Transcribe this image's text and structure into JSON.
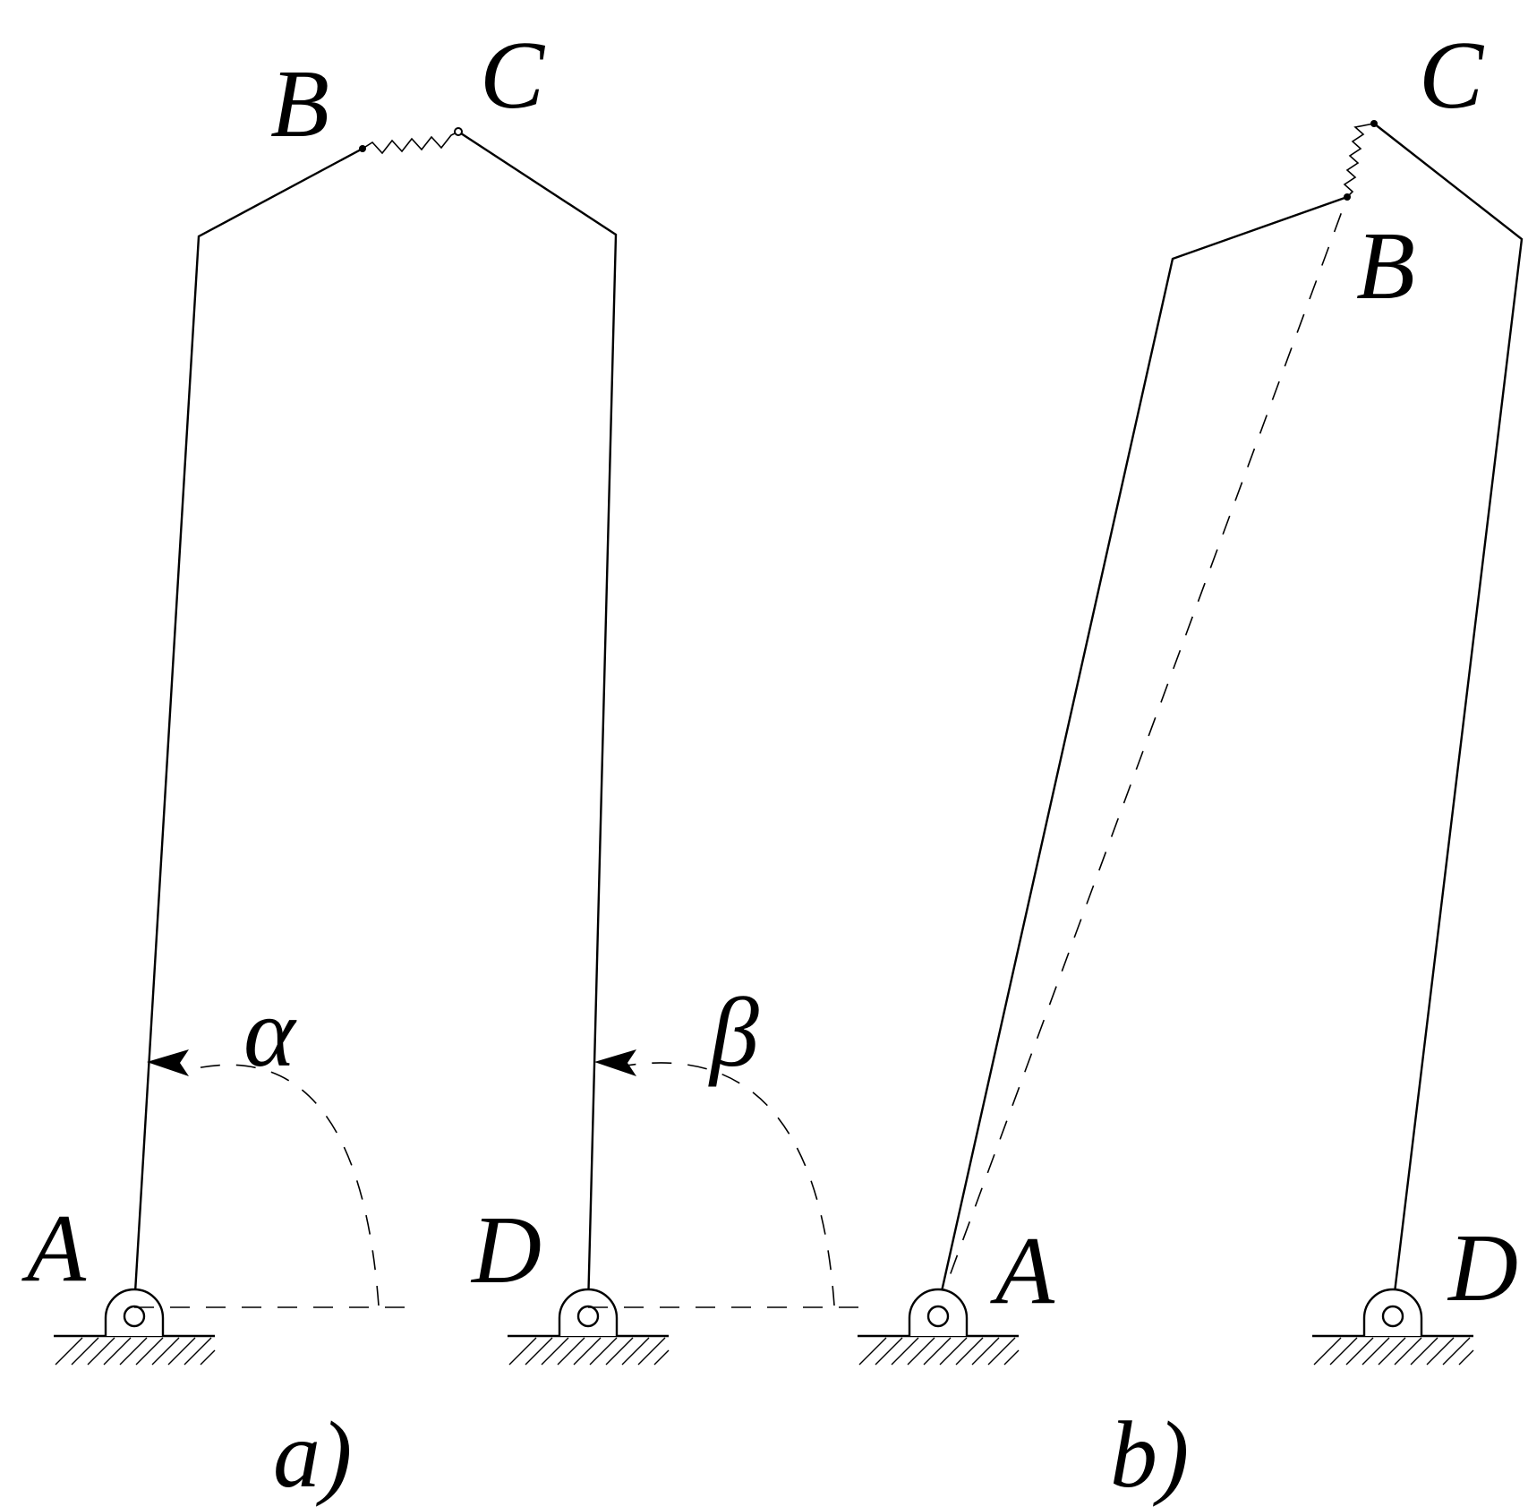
{
  "figure_a": {
    "labels": {
      "A": "A",
      "B": "B",
      "C": "C",
      "D": "D"
    },
    "angles": {
      "alpha": "α",
      "beta": "β"
    },
    "caption": "a)"
  },
  "figure_b": {
    "labels": {
      "A": "A",
      "B": "B",
      "C": "C",
      "D": "D"
    },
    "caption": "b)"
  }
}
